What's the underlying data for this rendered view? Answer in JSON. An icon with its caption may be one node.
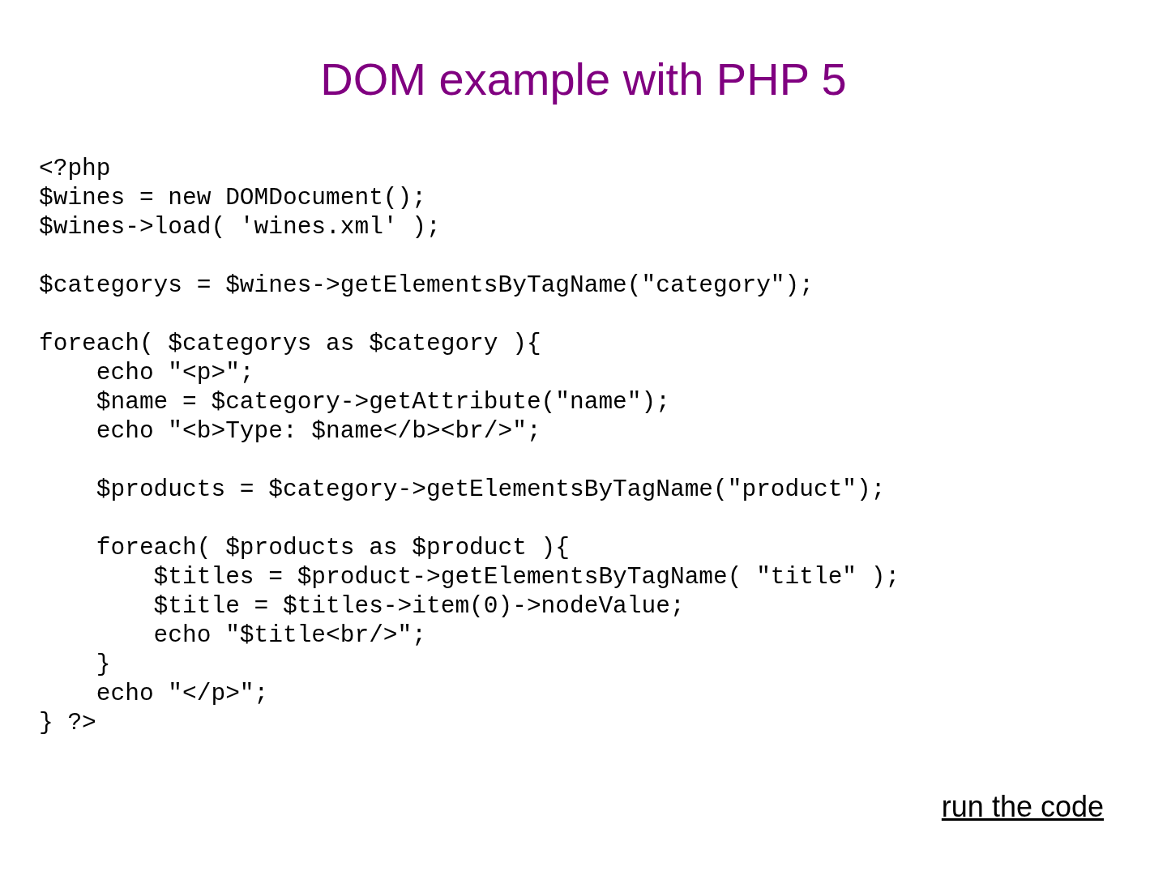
{
  "diagram": {
    "title": "DOM example with PHP 5",
    "labels": [
      "<?php",
      "$wines = new DOMDocument();",
      "$wines->load( 'wines.xml' );",
      "$categorys = $wines->getElementsByTagName(\"category\");",
      "foreach( $categorys as $category ){",
      "    echo \"<p>\";",
      "    $name = $category->getAttribute(\"name\");",
      "    echo \"<b>Type: $name</b><br/>\";",
      "    $products = $category->getElementsByTagName(\"product\");",
      "    foreach( $products as $product ){",
      "        $titles = $product->getElementsByTagName( \"title\" );",
      "        $title = $titles->item(0)->nodeValue;",
      "        echo \"$title<br/>\";",
      "    }",
      "    echo \"</p>\";",
      "} ?>",
      "run the code"
    ]
  }
}
